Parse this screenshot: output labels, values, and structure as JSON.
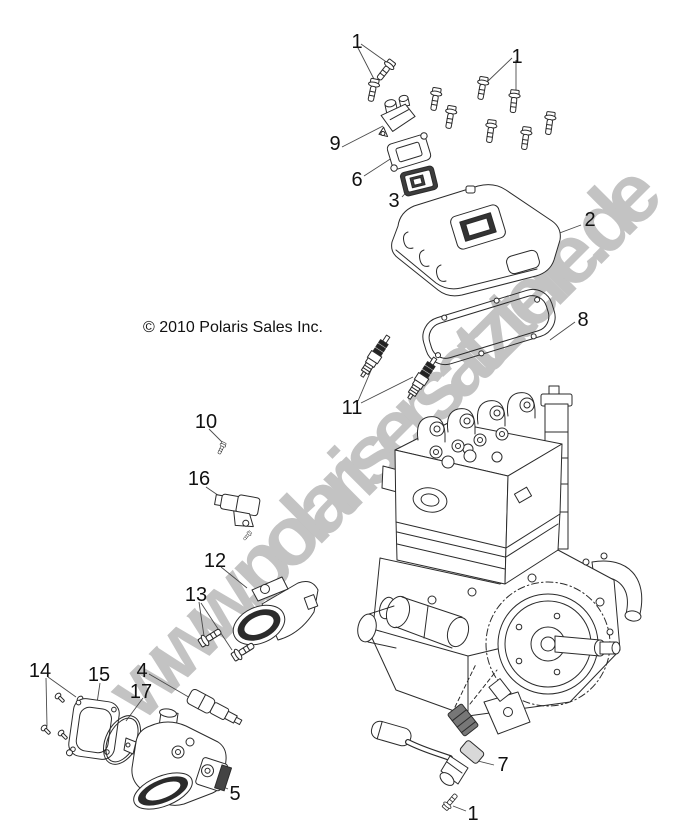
{
  "copyright": "© 2010 Polaris Sales Inc.",
  "watermark": "www.polarisersatzteile.de",
  "colors": {
    "background": "#ffffff",
    "line_art": "#2b2b2b",
    "watermark": "#c3c3c3",
    "label_text": "#111111"
  },
  "callouts": [
    {
      "label": "1"
    },
    {
      "label": "1"
    },
    {
      "label": "9"
    },
    {
      "label": "6"
    },
    {
      "label": "3"
    },
    {
      "label": "2"
    },
    {
      "label": "8"
    },
    {
      "label": "11"
    },
    {
      "label": "10"
    },
    {
      "label": "16"
    },
    {
      "label": "12"
    },
    {
      "label": "13"
    },
    {
      "label": "14"
    },
    {
      "label": "15"
    },
    {
      "label": "4"
    },
    {
      "label": "17"
    },
    {
      "label": "5"
    },
    {
      "label": "7"
    },
    {
      "label": "1"
    }
  ]
}
